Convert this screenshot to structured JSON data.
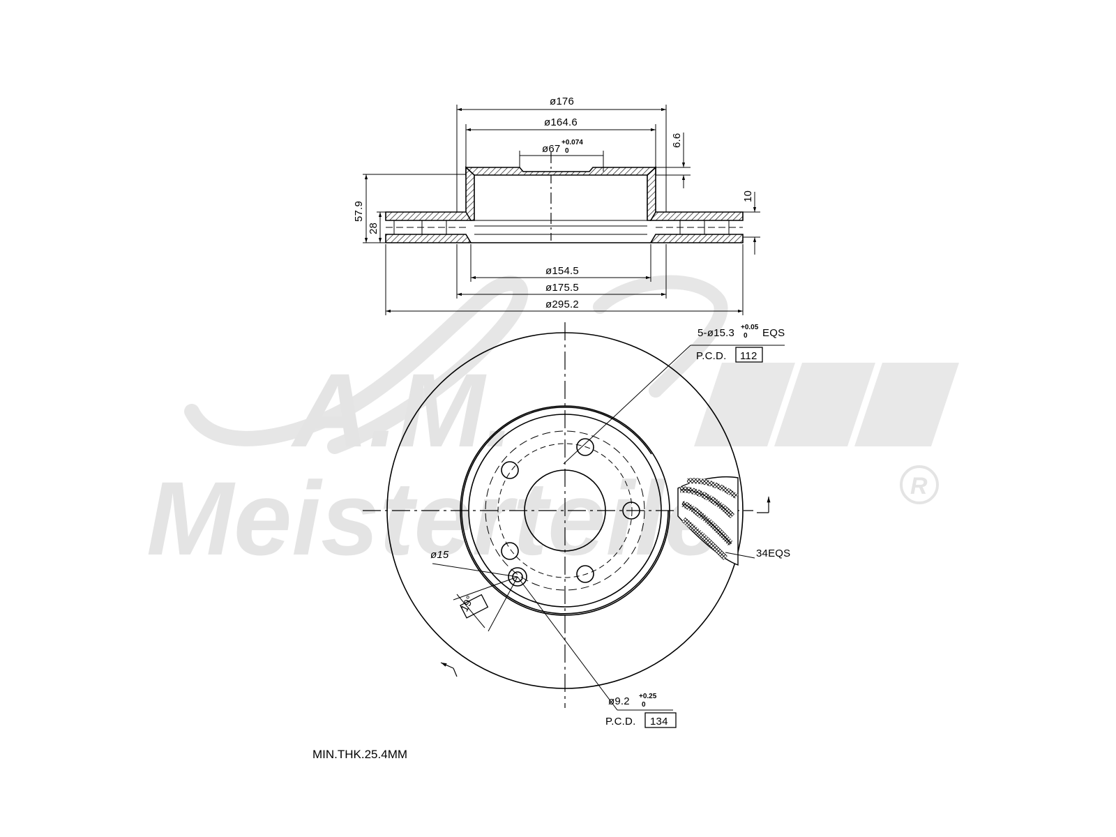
{
  "watermark": {
    "brand_initials": "A.M.",
    "brand_name": "Meisterteile",
    "registered_mark": "R"
  },
  "side_view": {
    "dimensions": {
      "d_176": "ø176",
      "d_164_6": "ø164.6",
      "d_67": "ø67",
      "d_67_tol_upper": "+0.074",
      "d_67_tol_lower": "0",
      "d_154_5": "ø154.5",
      "d_175_5": "ø175.5",
      "d_295_2": "ø295.2",
      "h_57_9": "57.9",
      "h_28": "28",
      "h_6_6": "6.6",
      "h_10": "10"
    }
  },
  "front_view": {
    "stud_holes": {
      "label": "5-ø15.3",
      "tol_upper": "+0.05",
      "tol_lower": "0",
      "suffix": "EQS",
      "pcd_label": "P.C.D.",
      "pcd_value": "112"
    },
    "small_holes": {
      "label": "ø9.2",
      "tol_upper": "+0.25",
      "tol_lower": "0",
      "pcd_label": "P.C.D.",
      "pcd_value": "134"
    },
    "counterbore_label": "ø15",
    "angle_label": "19°",
    "vanes_label": "34EQS"
  },
  "notes": {
    "min_thickness": "MIN.THK.25.4MM"
  }
}
